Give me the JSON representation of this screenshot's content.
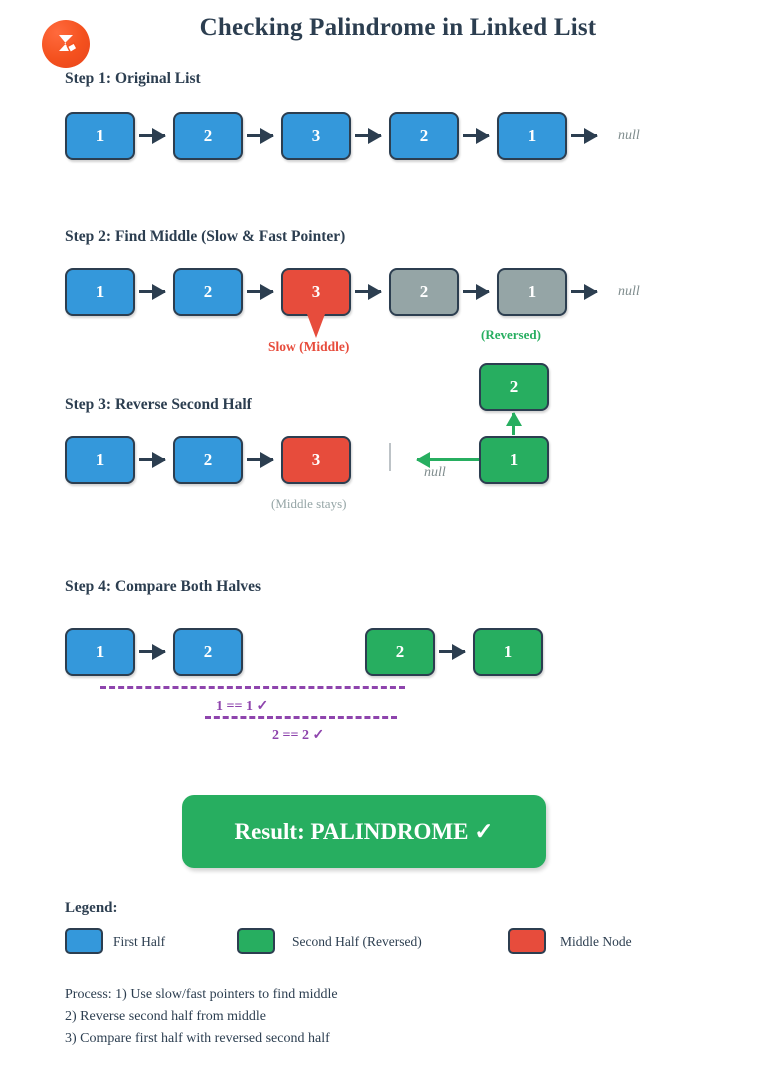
{
  "header": {
    "title": "Checking Palindrome in Linked List",
    "logo_icon": "sigma-logo-icon"
  },
  "steps": [
    {
      "id": "step1",
      "label": "Step 1: Original List",
      "nodes": [
        {
          "value": "1",
          "color": "blue"
        },
        {
          "value": "2",
          "color": "blue"
        },
        {
          "value": "3",
          "color": "blue"
        },
        {
          "value": "2",
          "color": "blue"
        },
        {
          "value": "1",
          "color": "blue"
        }
      ],
      "terminator": "null"
    },
    {
      "id": "step2",
      "label": "Step 2: Find Middle (Slow & Fast Pointer)",
      "nodes": [
        {
          "value": "1",
          "color": "blue"
        },
        {
          "value": "2",
          "color": "blue"
        },
        {
          "value": "3",
          "color": "red"
        },
        {
          "value": "2",
          "color": "gray"
        },
        {
          "value": "1",
          "color": "gray"
        }
      ],
      "terminator": "null",
      "slow_pointer_label": "Slow (Middle)",
      "reversed_label": "(Reversed)"
    },
    {
      "id": "step3",
      "label": "Step 3: Reverse Second Half",
      "first_half": [
        {
          "value": "1",
          "color": "blue"
        },
        {
          "value": "2",
          "color": "blue"
        },
        {
          "value": "3",
          "color": "red"
        }
      ],
      "middle_stays_label": "(Middle stays)",
      "reversed_half": [
        {
          "value": "2",
          "color": "green"
        },
        {
          "value": "1",
          "color": "green"
        }
      ],
      "terminator": "null"
    },
    {
      "id": "step4",
      "label": "Step 4: Compare Both Halves",
      "left_nodes": [
        {
          "value": "1",
          "color": "blue"
        },
        {
          "value": "2",
          "color": "blue"
        }
      ],
      "right_nodes": [
        {
          "value": "2",
          "color": "green"
        },
        {
          "value": "1",
          "color": "green"
        }
      ],
      "comparisons": [
        {
          "text": "1 == 1 ✓"
        },
        {
          "text": "2 == 2 ✓"
        }
      ]
    }
  ],
  "result": {
    "text": "Result: PALINDROME ✓"
  },
  "legend": {
    "title": "Legend:",
    "items": [
      {
        "label": "First Half",
        "color": "#3498db"
      },
      {
        "label": "Second Half (Reversed)",
        "color": "#27ae60"
      },
      {
        "label": "Middle Node",
        "color": "#e74c3c"
      }
    ]
  },
  "process": {
    "lines": [
      "Process: 1) Use slow/fast pointers to find middle",
      "2) Reverse second half from middle",
      "3) Compare first half with reversed second half"
    ]
  },
  "colors": {
    "blue": "#3498db",
    "green": "#27ae60",
    "red": "#e74c3c",
    "gray": "#95a5a6",
    "navy": "#2c3e50",
    "purple": "#8e44ad",
    "logo_orange": "#f4511e"
  }
}
